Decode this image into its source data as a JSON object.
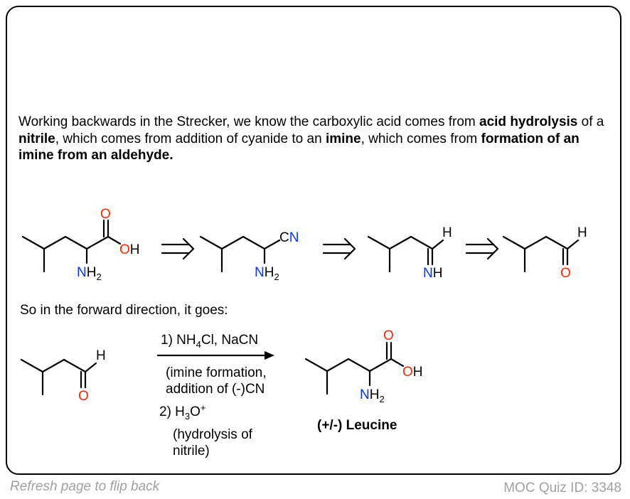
{
  "intro": {
    "t1": "Working backwards in the Strecker, we know the carboxylic acid comes from ",
    "b1": "acid hydrolysis",
    "t2": " of a ",
    "b2": "nitrile",
    "t3": ", which comes from addition of cyanide to an ",
    "b3": "imine",
    "t4": ", which comes from ",
    "b4": "formation of an imine from an aldehyde."
  },
  "forward_label": "So in the forward direction, it goes:",
  "atoms": {
    "O": "O",
    "OH": "OH",
    "NH2_N": "NH",
    "NH2_sub": "2",
    "CN_C": "C",
    "CN_N": "N",
    "H": "H",
    "NH": "NH"
  },
  "reagents": {
    "step1": "1) NH",
    "step1_sub": "4",
    "step1_rest": "Cl, NaCN",
    "note1_line1": "(imine formation,",
    "note1_line2": "addition of (-)CN",
    "step2": "2) H",
    "step2_sub": "3",
    "step2_o": "O",
    "step2_sup": "+",
    "note2_line1": "(hydrolysis of",
    "note2_line2": "nitrile)"
  },
  "product_name": "(+/-) Leucine",
  "footer": {
    "left": "Refresh page to flip back",
    "right": "MOC Quiz ID: 3348"
  },
  "colors": {
    "oxygen": "#ff2600",
    "nitrogen": "#0433ff",
    "bond": "#000000",
    "footer": "#a0a0a0"
  }
}
